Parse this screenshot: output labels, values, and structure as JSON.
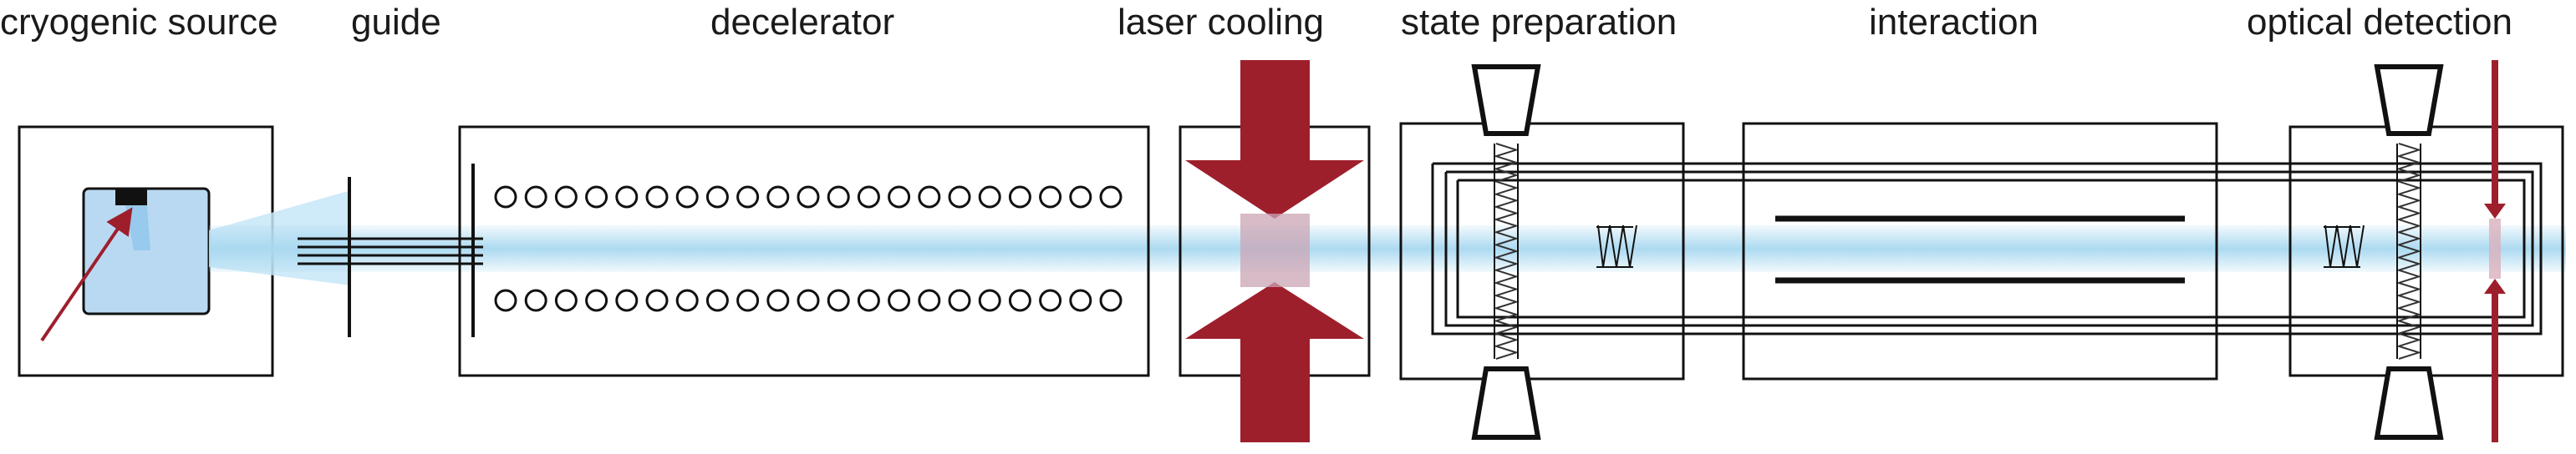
{
  "stages": {
    "source": "cryogenic source",
    "guide": "guide",
    "decelerator": "decelerator",
    "cooling": "laser cooling",
    "state_prep": "state preparation",
    "interaction": "interaction",
    "detection": "optical detection"
  },
  "colors": {
    "beam": "#a8d8f0",
    "laser": "#9e1f2c",
    "line": "#111111",
    "source_fill": "#b9d9f2"
  }
}
